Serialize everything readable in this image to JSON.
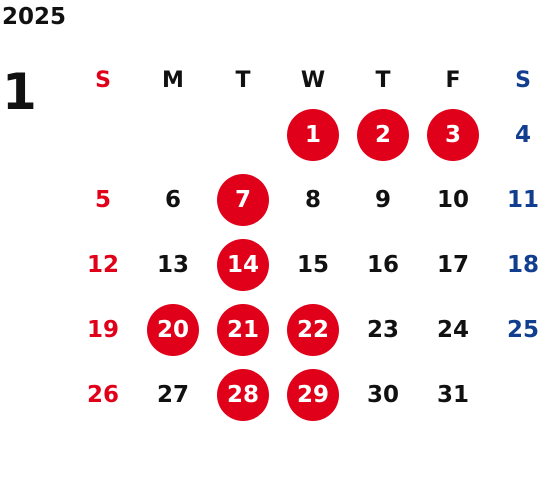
{
  "calendar": {
    "year": "2025",
    "month": "1",
    "weekdays": [
      "S",
      "M",
      "T",
      "W",
      "T",
      "F",
      "S"
    ],
    "weeks": [
      [
        "",
        "",
        "",
        "1",
        "2",
        "3",
        "4"
      ],
      [
        "5",
        "6",
        "7",
        "8",
        "9",
        "10",
        "11"
      ],
      [
        "12",
        "13",
        "14",
        "15",
        "16",
        "17",
        "18"
      ],
      [
        "19",
        "20",
        "21",
        "22",
        "23",
        "24",
        "25"
      ],
      [
        "26",
        "27",
        "28",
        "29",
        "30",
        "31",
        ""
      ]
    ],
    "highlighted_days": [
      "1",
      "2",
      "3",
      "7",
      "14",
      "20",
      "21",
      "22",
      "28",
      "29"
    ]
  },
  "colors": {
    "sunday": "#e0001a",
    "saturday": "#123e8f",
    "highlight_fill": "#e0001a",
    "text": "#111111"
  }
}
